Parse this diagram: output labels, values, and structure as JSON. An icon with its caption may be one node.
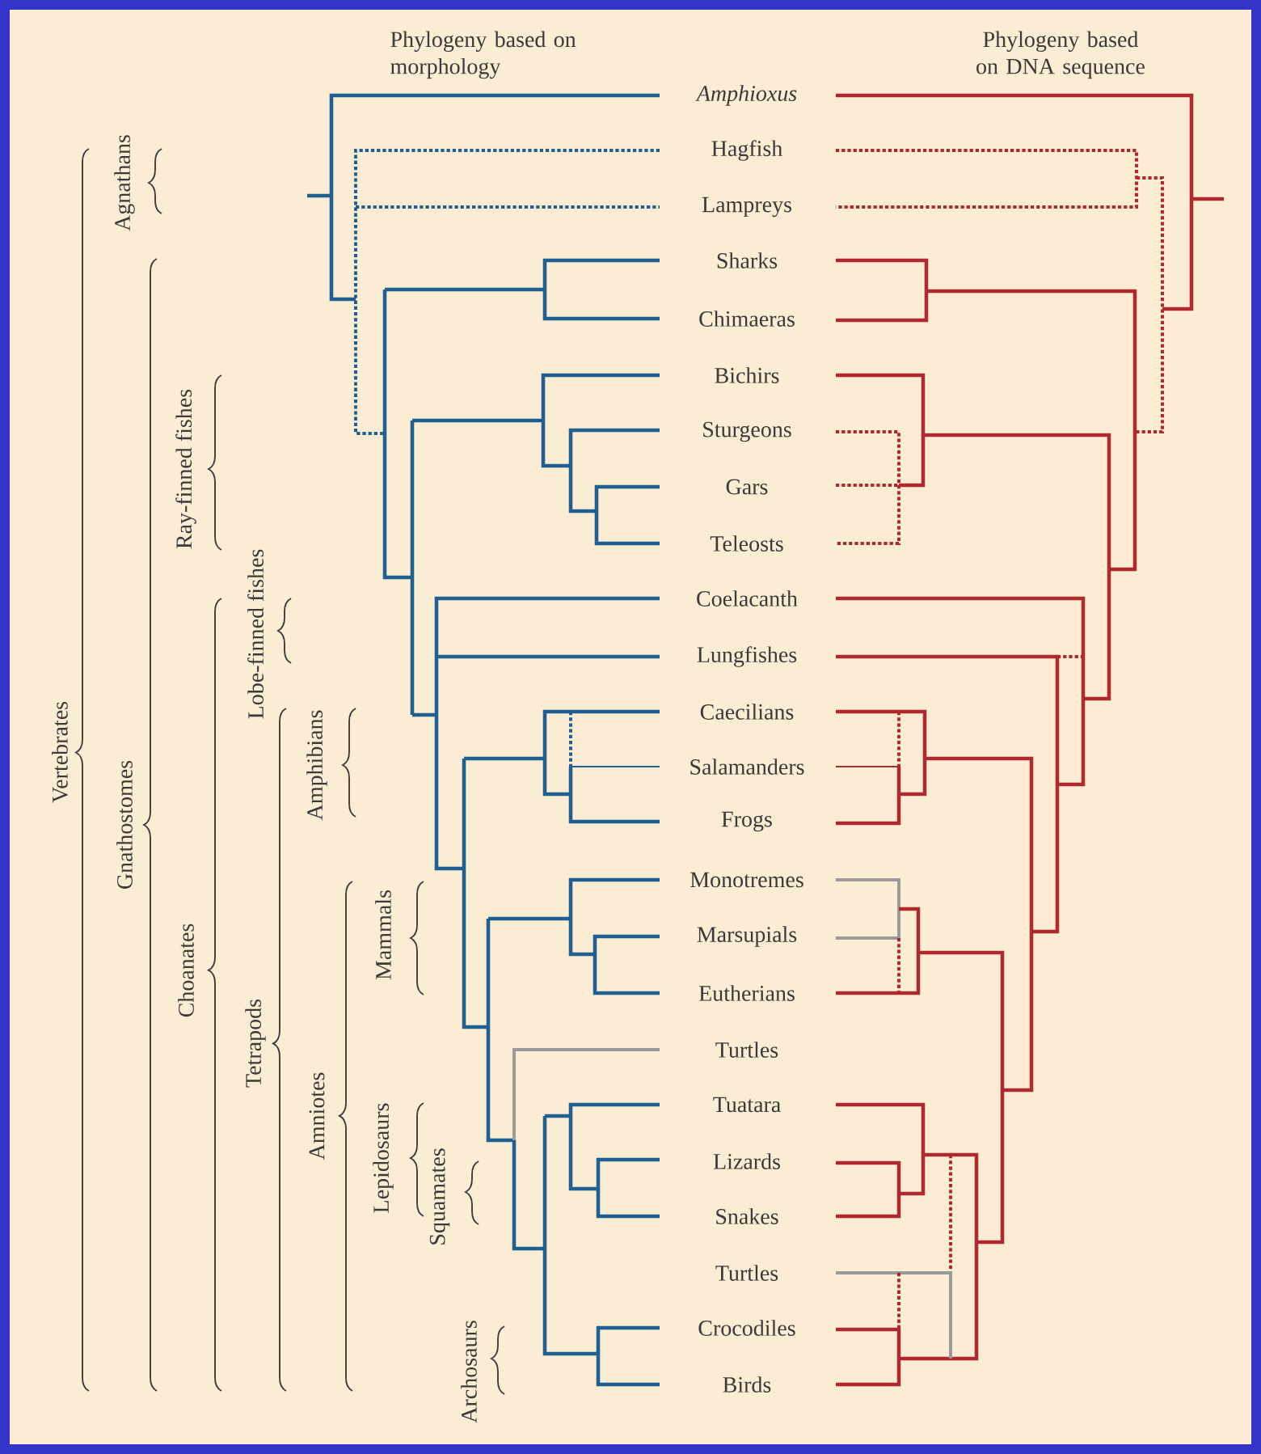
{
  "diagram": {
    "labels": [
      "Phylogeny based on morphology",
      "Phylogeny based on DNA sequence",
      "Amphioxus",
      "Hagfish",
      "Lampreys",
      "Sharks",
      "Chimaeras",
      "Bichirs",
      "Sturgeons",
      "Gars",
      "Teleosts",
      "Coelacanth",
      "Lungfishes",
      "Caecilians",
      "Salamanders",
      "Frogs",
      "Monotremes",
      "Marsupials",
      "Eutherians",
      "Turtles",
      "Tuatara",
      "Lizards",
      "Snakes",
      "Turtles",
      "Crocodiles",
      "Birds",
      "Vertebrates",
      "Agnathans",
      "Gnathostomes",
      "Ray-finned fishes",
      "Choanates",
      "Lobe-finned fishes",
      "Tetrapods",
      "Amphibians",
      "Amniotes",
      "Mammals",
      "Lepidosaurs",
      "Squamates",
      "Archosaurs"
    ]
  }
}
